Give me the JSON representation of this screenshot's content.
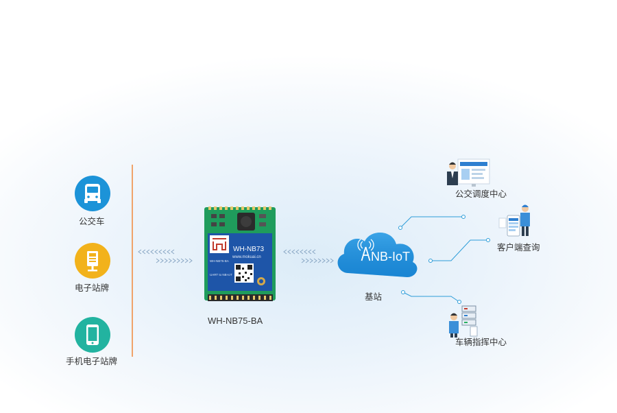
{
  "left_items": [
    {
      "label": "公交车",
      "icon": "bus-icon",
      "color": "#1c93d8"
    },
    {
      "label": "电子站牌",
      "icon": "bus-stop-sign-icon",
      "color": "#f2b21b"
    },
    {
      "label": "手机电子站牌",
      "icon": "mobile-phone-icon",
      "color": "#22b3a0"
    }
  ],
  "module": {
    "caption": "WH-NB75-BA",
    "board_title": "WH-NB73",
    "board_url": "www.mokuai.cn",
    "board_line1": "WH-NB75-BA",
    "board_line2": "UART to NB-IoT"
  },
  "cloud_label": "NB-IoT",
  "base_station_label": "基站",
  "right_items": [
    {
      "label": "公交调度中心",
      "icon": "dispatcher-computer-icon"
    },
    {
      "label": "客户端查询",
      "icon": "customer-phone-icon"
    },
    {
      "label": "车辆指挥中心",
      "icon": "command-server-icon"
    }
  ],
  "colors": {
    "accent_line": "#2c9cd8",
    "divider": "#f0a36a",
    "pcb": "#1f9c5c",
    "cloud": "#1e8fdc"
  }
}
